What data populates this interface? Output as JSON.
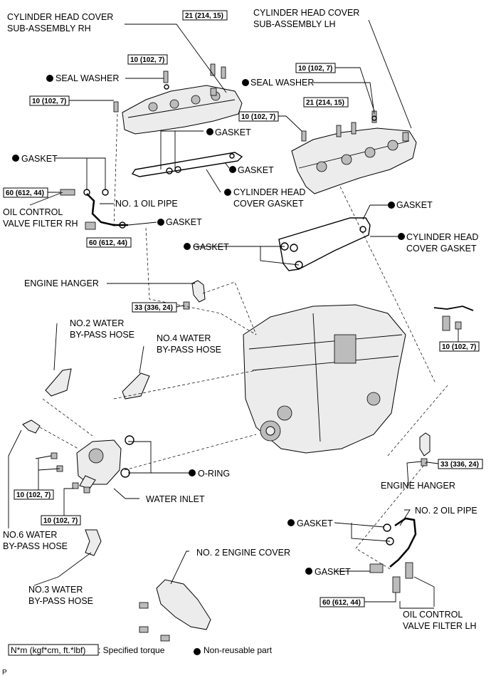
{
  "labels": {
    "cyl_head_cover_rh_1": "CYLINDER HEAD COVER",
    "cyl_head_cover_rh_2": "SUB-ASSEMBLY RH",
    "cyl_head_cover_lh_1": "CYLINDER HEAD COVER",
    "cyl_head_cover_lh_2": "SUB-ASSEMBLY LH",
    "seal_washer_rh": "SEAL WASHER",
    "seal_washer_lh": "SEAL WASHER",
    "gasket_rh_cover": "GASKET",
    "gasket_rh_cover_2": "GASKET",
    "cyl_head_cover_gasket_rh_1": "CYLINDER HEAD",
    "cyl_head_cover_gasket_rh_2": "COVER GASKET",
    "gasket_oil_pipe_1": "GASKET",
    "no1_oil_pipe": "NO. 1 OIL PIPE",
    "gasket_oil_pipe_2": "GASKET",
    "ocv_filter_rh_1": "OIL CONTROL",
    "ocv_filter_rh_2": "VALVE FILTER RH",
    "gasket_lh_top": "GASKET",
    "gasket_lh_plug": "GASKET",
    "cyl_head_cover_gasket_lh_1": "CYLINDER HEAD",
    "cyl_head_cover_gasket_lh_2": "COVER GASKET",
    "engine_hanger_1": "ENGINE HANGER",
    "engine_hanger_2": "ENGINE HANGER",
    "no2_water_bypass_1": "NO.2 WATER",
    "no2_water_bypass_2": "BY-PASS HOSE",
    "no4_water_bypass_1": "NO.4 WATER",
    "no4_water_bypass_2": "BY-PASS HOSE",
    "o_ring": "O-RING",
    "water_inlet": "WATER INLET",
    "no6_water_bypass_1": "NO.6 WATER",
    "no6_water_bypass_2": "BY-PASS HOSE",
    "no3_water_bypass_1": "NO.3 WATER",
    "no3_water_bypass_2": "BY-PASS HOSE",
    "no2_engine_cover": "NO. 2 ENGINE COVER",
    "gasket_no2_pipe_1": "GASKET",
    "no2_oil_pipe": "NO. 2 OIL PIPE",
    "gasket_no2_pipe_2": "GASKET",
    "ocv_filter_lh_1": "OIL CONTROL",
    "ocv_filter_lh_2": "VALVE FILTER LH"
  },
  "torque": {
    "t1": "21 (214, 15)",
    "t2": "10 (102, 7)",
    "t3": "10 (102, 7)",
    "t4": "10 (102, 7)",
    "t5": "21 (214, 15)",
    "t6": "10 (102, 7)",
    "t7": "60 (612, 44)",
    "t8": "60 (612, 44)",
    "t9": "33 (336, 24)",
    "t10": "10 (102, 7)",
    "t11": "33 (336, 24)",
    "t12": "10 (102, 7)",
    "t13": "10 (102, 7)",
    "t14": "60 (612, 44)"
  },
  "legend": {
    "torque_unit": "N*m (kgf*cm, ft.*lbf)",
    "torque_text": ": Specified torque",
    "non_reusable": "Non-reusable part"
  },
  "corner_mark": "P"
}
